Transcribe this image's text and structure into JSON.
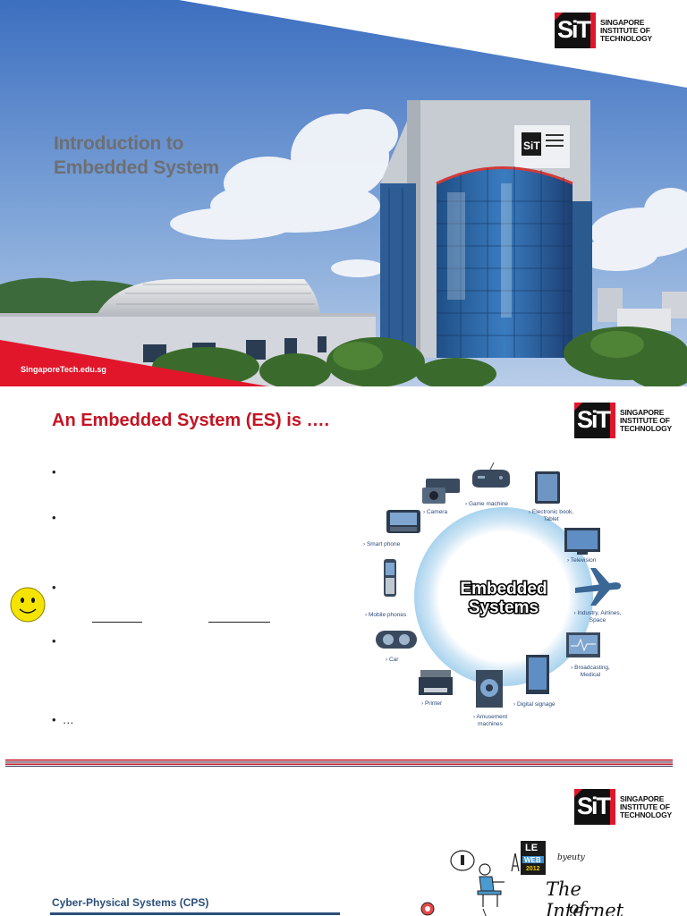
{
  "slide1": {
    "title_line1": "Introduction to",
    "title_line2": "Embedded System",
    "site": "SingaporeTech.edu.sg"
  },
  "logo": {
    "mark": "SiT",
    "line1": "SINGAPORE",
    "line2": "INSTITUTE OF",
    "line3": "TECHNOLOGY"
  },
  "slide2": {
    "heading": "An Embedded System (ES) is ….",
    "bullets": [
      "",
      "",
      "",
      "",
      "…"
    ],
    "diagram": {
      "center_line1": "Embedded",
      "center_line2": "Systems",
      "devices": [
        "› Camera",
        "› Game machine",
        "› Electronic book, Tablet",
        "› Smart phone",
        "› Television",
        "› Mobile phones",
        "› Industry, Airlines, Space",
        "› Car",
        "› Broadcasting, Medical",
        "› Printer",
        "› Digital signage",
        "› Amusement machines"
      ]
    }
  },
  "slide3": {
    "cps_title": "Cyber-Physical Systems (CPS)",
    "iot_line1": "The Internet",
    "iot_line2": "of THINGS",
    "badge_top": "LE",
    "badge_mid": "WEB",
    "badge_year": "2012",
    "signature": "byeuty"
  },
  "colors": {
    "brand_red": "#e1162b",
    "heading_red": "#c41423",
    "cps_blue": "#2b4f7a",
    "smiley_yellow": "#f5e400"
  }
}
